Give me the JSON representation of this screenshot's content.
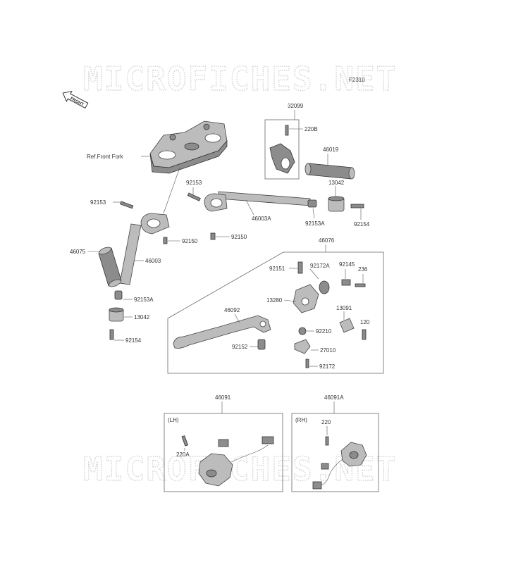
{
  "watermark": {
    "text": "MICROFICHES.NET"
  },
  "figure_code": "F2310",
  "front_arrow_label": "FRONT",
  "ref_label": "Ref.Front Fork",
  "parts": {
    "p32099": "32099",
    "p220B": "220B",
    "p46019": "46019",
    "p13042a": "13042",
    "p92153a": "92153",
    "p92153b": "92153",
    "p46003A": "46003A",
    "p92153Aa": "92153A",
    "p92154a": "92154",
    "p92150a": "92150",
    "p92150b": "92150",
    "p46075": "46075",
    "p46003": "46003",
    "p92153Ab": "92153A",
    "p13042b": "13042",
    "p92154b": "92154",
    "p46076": "46076",
    "p92151": "92151",
    "p92172A": "92172A",
    "p92145": "92145",
    "p236": "236",
    "p13280": "13280",
    "p13091": "13091",
    "p46092": "46092",
    "p120": "120",
    "p92210": "92210",
    "p92152": "92152",
    "p27010": "27010",
    "p92172": "92172",
    "p46091": "46091",
    "p46091A": "46091A",
    "pLH": "(LH)",
    "pRH": "(RH)",
    "p220A": "220A",
    "p220": "220"
  }
}
